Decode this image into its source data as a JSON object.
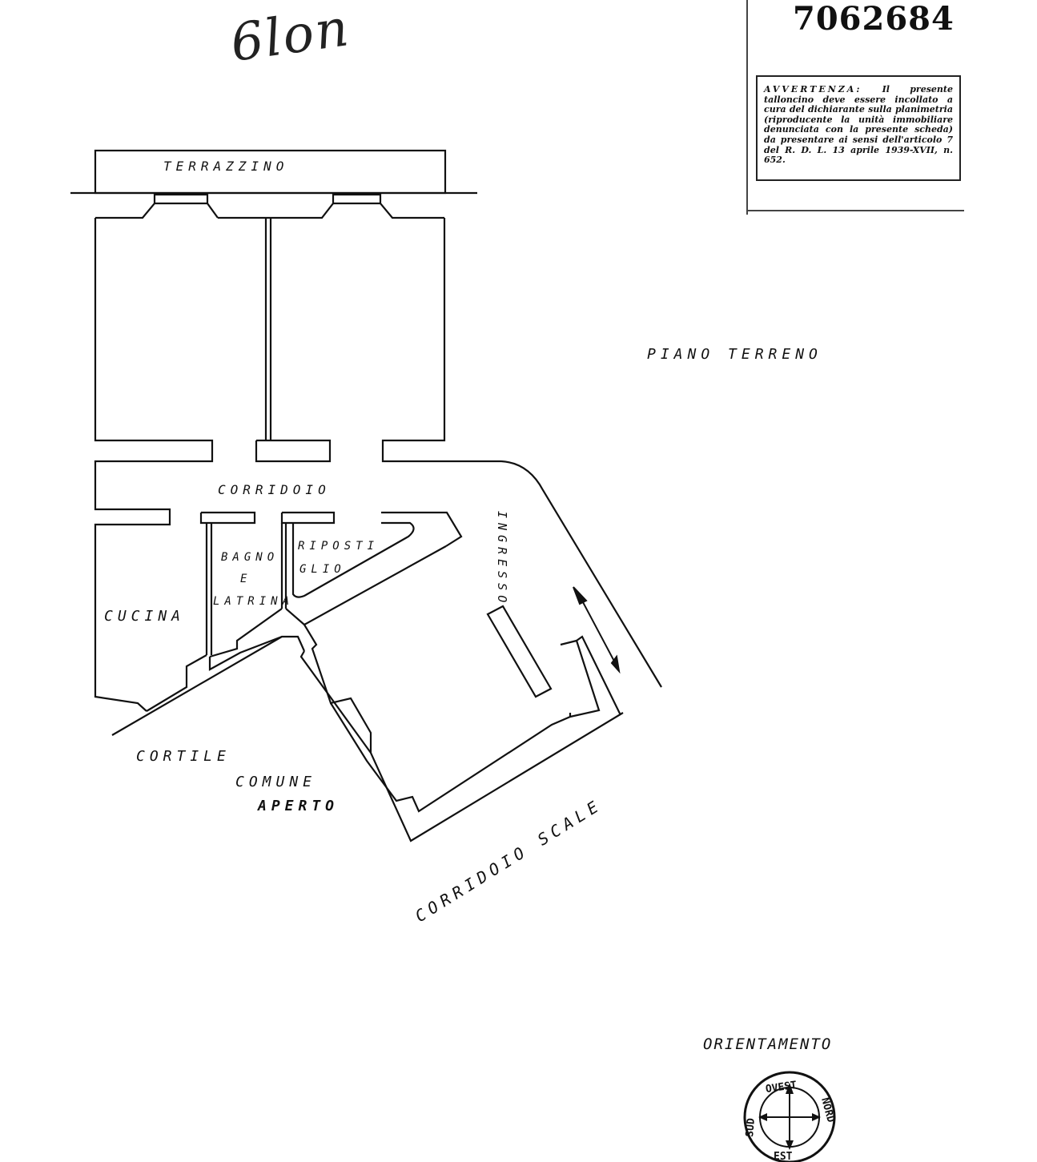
{
  "handwritten_note": "6lon",
  "document_number": "7062684",
  "warning": {
    "title": "AVVERTENZA:",
    "text": "Il presente talloncino deve essere incollato a cura del dichiarante sulla planimetria (riproducente la unità immobiliare denunciata con la presente scheda) da presentare ai sensi dell'articolo 7 del R. D. L. 13 aprile 1939-XVII, n. 652."
  },
  "labels": {
    "terrazzino": "TERRAZZINO",
    "piano": "PIANO TERRENO",
    "corridoio": "CORRIDOIO",
    "ripostiglio_1": "RIPOSTI",
    "ripostiglio_2": "GLIO",
    "bagno_1": "BAGNO",
    "bagno_2": "E",
    "bagno_3": "LATRINA",
    "cucina": "CUCINA",
    "ingresso": "INGRESSO",
    "cortile_1": "CORTILE",
    "cortile_2": "COMUNE",
    "cortile_3": "APERTO",
    "corridoio_scale": "CORRIDOIO SCALE",
    "orientamento": "ORIENTAMENTO"
  },
  "compass": {
    "ring_1": "OVEST",
    "ring_2": "NORD",
    "ring_3": "EST",
    "ring_4": "SUD"
  },
  "colors": {
    "ink": "#111111",
    "paper": "#ffffff"
  }
}
